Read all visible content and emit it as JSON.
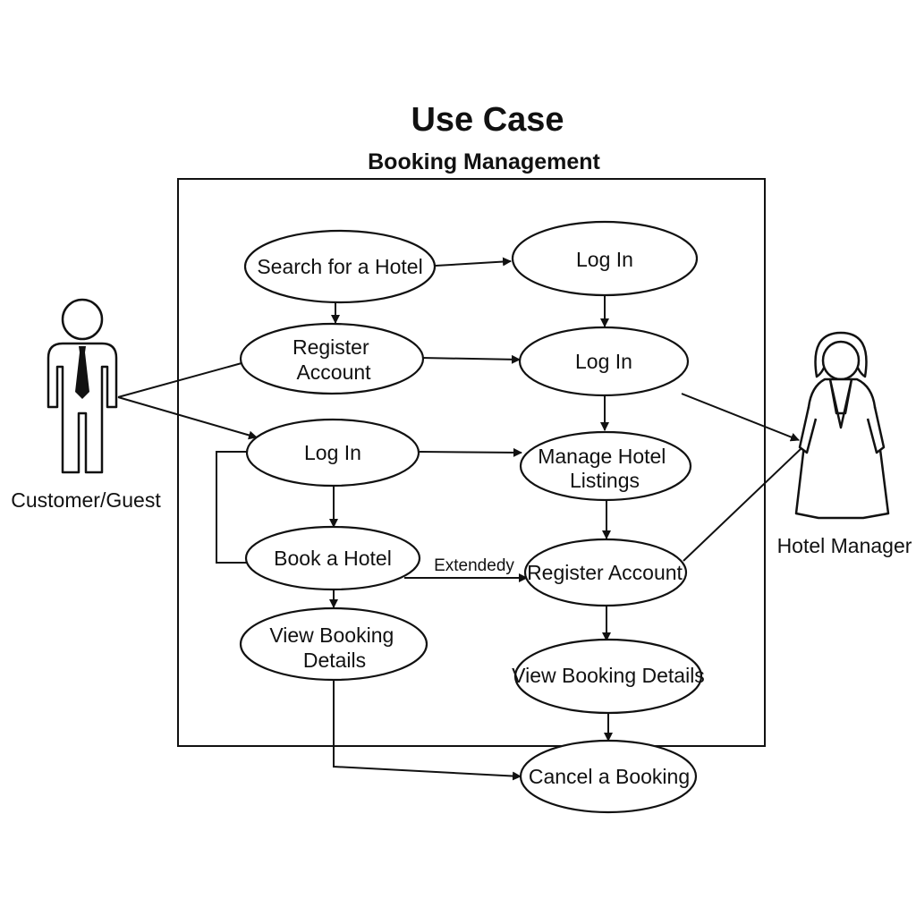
{
  "diagram": {
    "title": "Use Case",
    "system_name": "Booking Management",
    "actors": {
      "customer": "Customer/Guest",
      "manager": "Hotel Manager"
    },
    "use_cases": {
      "search_hotel": [
        "Search for a Hotel"
      ],
      "login_top": [
        "Log In"
      ],
      "register_left": [
        "Register",
        "Account"
      ],
      "login_mid": [
        "Log In"
      ],
      "login_left": [
        "Log In"
      ],
      "manage_listings": [
        "Manage Hotel",
        "Listings"
      ],
      "book_hotel": [
        "Book a Hotel"
      ],
      "register_right": [
        "Register Account"
      ],
      "view_details_left": [
        "View Booking",
        "Details"
      ],
      "view_details_right": [
        "View Booking Details"
      ],
      "cancel_booking": [
        "Cancel a Booking"
      ]
    },
    "relation_labels": {
      "extend": "Extendedy"
    }
  }
}
